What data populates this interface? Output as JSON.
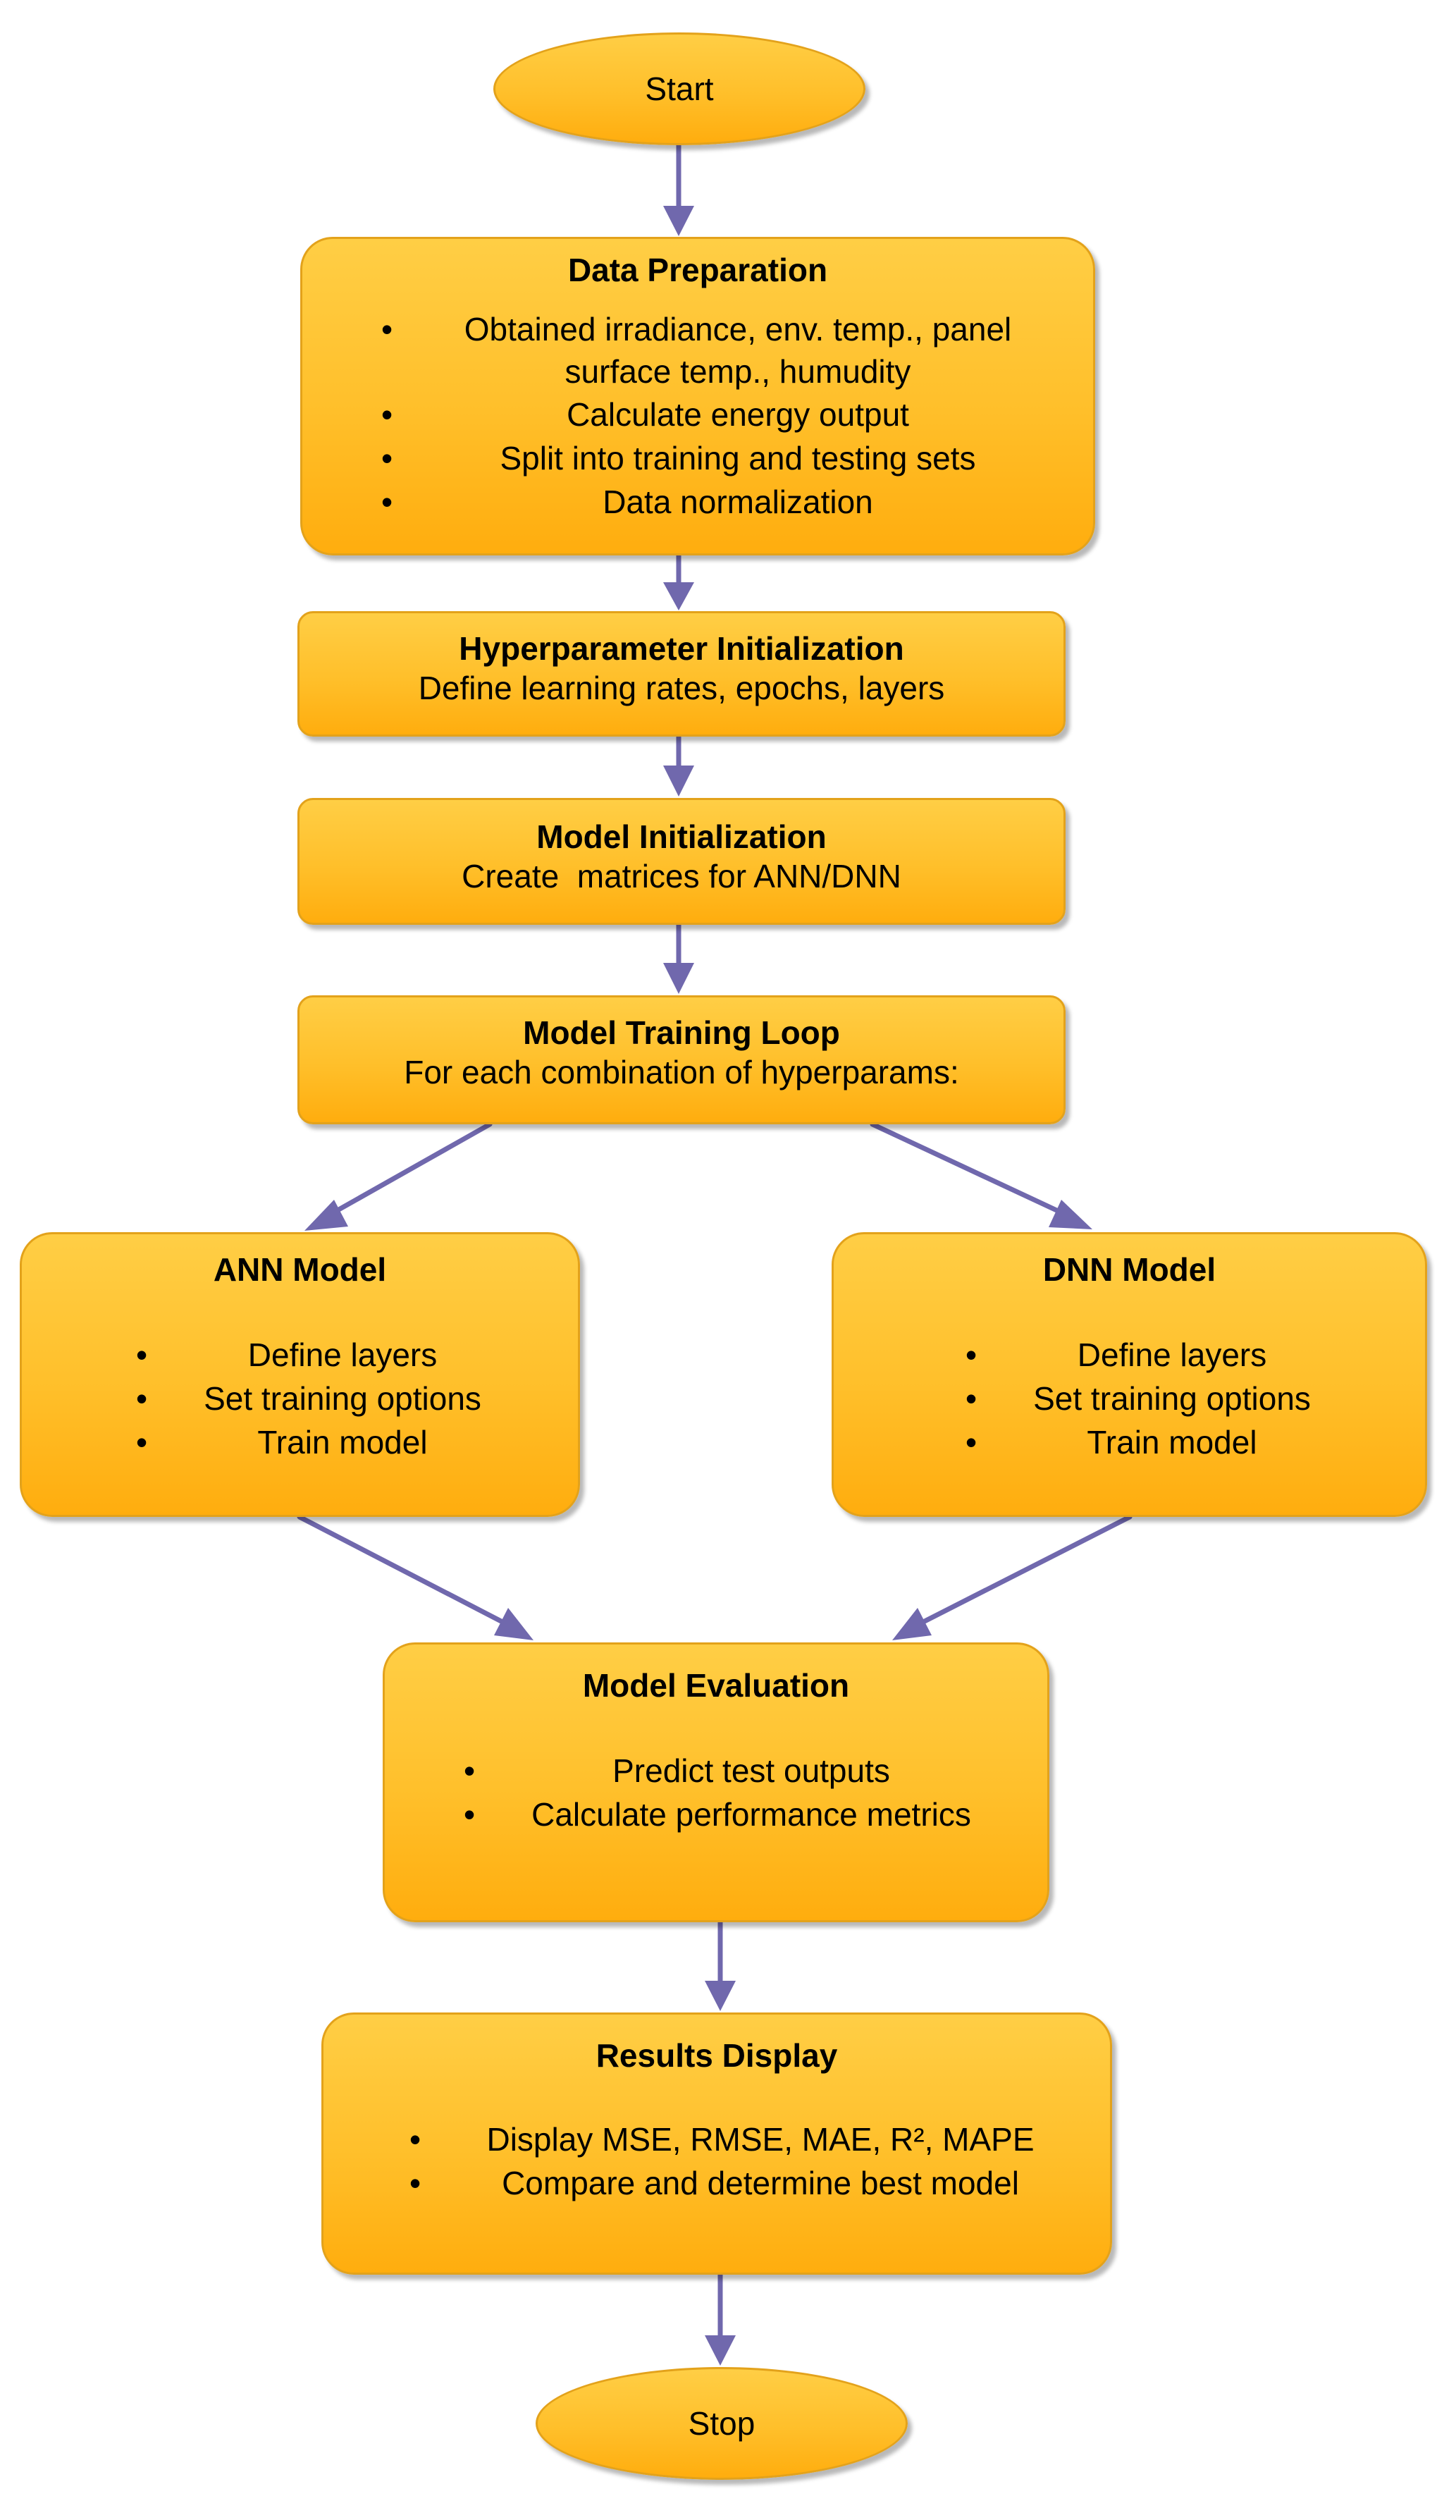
{
  "start": {
    "label": "Start"
  },
  "data_preparation": {
    "title": "Data Preparation",
    "items": [
      "Obtained irradiance, env. temp., panel surface temp., humudity",
      "Calculate energy output",
      "Split into training and testing sets",
      "Data normalization"
    ]
  },
  "hyperparameter_init": {
    "title": "Hyperparameter Initialization",
    "subtitle": "Define learning rates, epochs, layers"
  },
  "model_init": {
    "title": "Model Initialization",
    "subtitle": "Create  matrices for ANN/DNN"
  },
  "training_loop": {
    "title": "Model Training Loop",
    "subtitle": "For each combination of hyperparams:"
  },
  "ann_model": {
    "title": "ANN Model",
    "items": [
      "Define layers",
      "Set training options",
      "Train model"
    ]
  },
  "dnn_model": {
    "title": "DNN Model",
    "items": [
      "Define layers",
      "Set training options",
      "Train model"
    ]
  },
  "model_evaluation": {
    "title": "Model Evaluation",
    "items": [
      "Predict test outputs",
      "Calculate performance metrics"
    ]
  },
  "results_display": {
    "title": "Results Display",
    "items": [
      "Display MSE, RMSE, MAE, R², MAPE",
      "Compare and determine best model"
    ]
  },
  "stop": {
    "label": "Stop"
  },
  "colors": {
    "node_fill": "#ffbf2a",
    "node_border": "#e3a21b",
    "arrow": "#7068ad"
  }
}
